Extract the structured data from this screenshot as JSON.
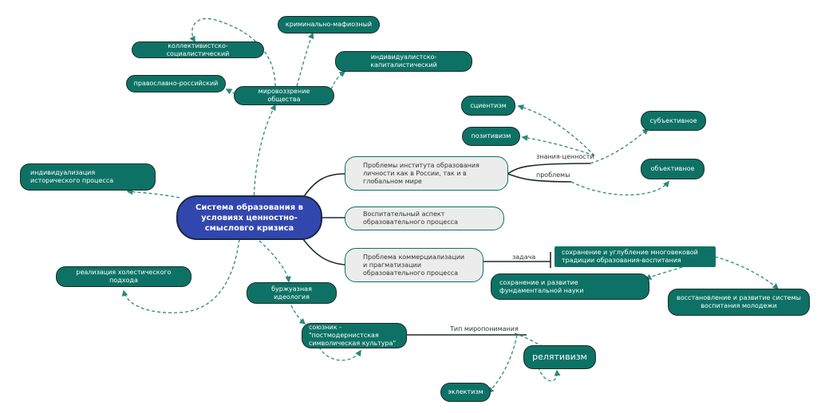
{
  "central": "Система образования в условиях ценностно-смысловго кризиса",
  "top": {
    "worldview": "мировоззрение общества",
    "criminal": "криминально-мафиозный",
    "collectivist": "коллективистско-социалистический",
    "individualist": "индивидуалистско-капиталистический",
    "orthodox": "православно-российский"
  },
  "left": {
    "individualization": "индивидуализация  исторического процесса",
    "holistic": "реализация холестического подхода"
  },
  "bottom": {
    "bourgeois": "буржуазная идеология",
    "ally": "союзник - \"постмодернистская символическая культура\"",
    "worldview_type": "Тип миропонимания",
    "relativism": "релятивизм",
    "eclecticism": "эклектизм"
  },
  "branches": {
    "problems": "Проблемы института образования личности как в России, так и в глобальном мире",
    "upbringing": "Воспитательный аспект образовательного процесса",
    "commercialization": "Проблема коммерциализации и прагматизации образовательного процесса"
  },
  "right": {
    "knowledge_values": "знания-ценности",
    "problems_label": "проблемы",
    "scientism": "сциентизм",
    "positivism": "позитивизм",
    "subjective": "субъективное",
    "objective": "объективное",
    "task": "задача",
    "preservation": "сохранение и углубление многовековой традиции образования-воспитания",
    "science": "сохранение и развитие фундаментальной науки",
    "restoration": "восстановление и развитие системы воспитания молодежи"
  },
  "colors": {
    "node": "#0d7265",
    "central": "#3247ae",
    "branch_fill": "#ececec",
    "connector": "#1d2b2a",
    "dashed": "#2a8a78"
  }
}
